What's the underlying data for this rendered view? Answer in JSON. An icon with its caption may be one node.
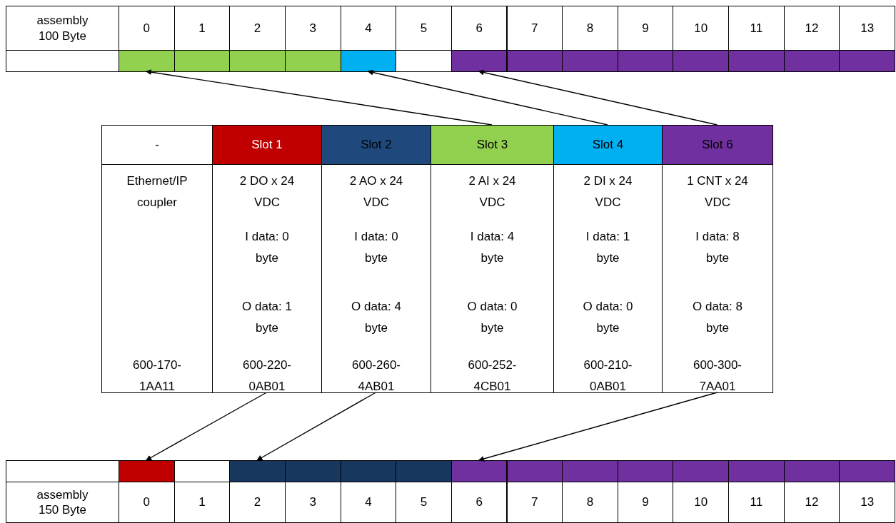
{
  "diagram": {
    "nodes": [
      {
        "text": [],
        "shape": "box"
      },
      {
        "text": [],
        "shape": "box"
      },
      {
        "text": [],
        "shape": "box"
      },
      {
        "text": [],
        "shape": "box"
      },
      {
        "text": [],
        "shape": "box"
      },
      {
        "text": [],
        "shape": "box"
      },
      {
        "text": [],
        "shape": "box"
      },
      {
        "text": [],
        "shape": "box"
      },
      {
        "text": [],
        "shape": "box"
      },
      {
        "text": [],
        "shape": "box"
      },
      {
        "text": [],
        "shape": "box"
      },
      {
        "text": [],
        "shape": "box"
      },
      {
        "text": [],
        "shape": "box"
      },
      {
        "text": [],
        "shape": "box"
      },
      {
        "text": [
          "-"
        ]
      },
      {
        "text": [
          "Slot 1"
        ]
      },
      {
        "text": [
          "Slot 2"
        ]
      },
      {
        "text": [
          "Slot 3"
        ]
      },
      {
        "text": [
          "Slot 4"
        ]
      },
      {
        "text": [
          "Slot 6"
        ]
      },
      {
        "text": [
          "Ethernet/IP coupler",
          "600-170-1AA11"
        ]
      },
      {
        "text": [
          "2 DO x 24 VDC",
          "I data: 0 byte",
          "O data: 1 byte",
          "600-220-0AB01"
        ]
      },
      {
        "text": [
          "2 AO x 24 VDC",
          "I data: 0 byte",
          "O data: 4 byte",
          "600-260-4AB01"
        ]
      },
      {
        "text": [
          "2 AI x 24 VDC",
          "I data: 4 byte",
          "O data: 0 byte",
          "600-252-4CB01"
        ]
      },
      {
        "text": [
          "2 DI x 24 VDC",
          "I data: 1 byte",
          "O data: 0 byte",
          "600-210-0AB01"
        ]
      },
      {
        "text": [
          "1 CNT x 24 VDC",
          "I data: 8 byte",
          "O data: 8 byte",
          "600-300-7AA01"
        ]
      },
      {
        "text": [],
        "shape": "box"
      },
      {
        "text": [],
        "shape": "box"
      },
      {
        "text": [],
        "shape": "box"
      },
      {
        "text": [],
        "shape": "box"
      },
      {
        "text": [],
        "shape": "box"
      },
      {
        "text": [],
        "shape": "box"
      },
      {
        "text": [],
        "shape": "box"
      },
      {
        "text": [],
        "shape": "box"
      },
      {
        "text": [],
        "shape": "box"
      },
      {
        "text": [],
        "shape": "box"
      },
      {
        "text": [],
        "shape": "box"
      },
      {
        "text": [],
        "shape": "box"
      },
      {
        "text": [],
        "shape": "box"
      },
      {
        "text": [],
        "shape": "box"
      }
    ],
    "edges": [
      {
        "from": 17,
        "to": 0,
        "arrow": "to"
      },
      {
        "from": 18,
        "to": 4,
        "arrow": "to"
      },
      {
        "from": 19,
        "to": 6,
        "arrow": "to"
      },
      {
        "from": 21,
        "to": 26,
        "arrow": "to"
      },
      {
        "from": 22,
        "to": 28,
        "arrow": "to"
      },
      {
        "from": 25,
        "to": 32,
        "arrow": "to"
      }
    ],
    "labels": [
      "assembly 100 Byte",
      "0",
      "1",
      "2",
      "3",
      "4",
      "5",
      "6",
      "7",
      "8",
      "9",
      "10",
      "11",
      "12",
      "13",
      "assembly 150 Byte",
      "0",
      "1",
      "2",
      "3",
      "4",
      "5",
      "6",
      "7",
      "8",
      "9",
      "10",
      "11",
      "12",
      "13"
    ]
  }
}
